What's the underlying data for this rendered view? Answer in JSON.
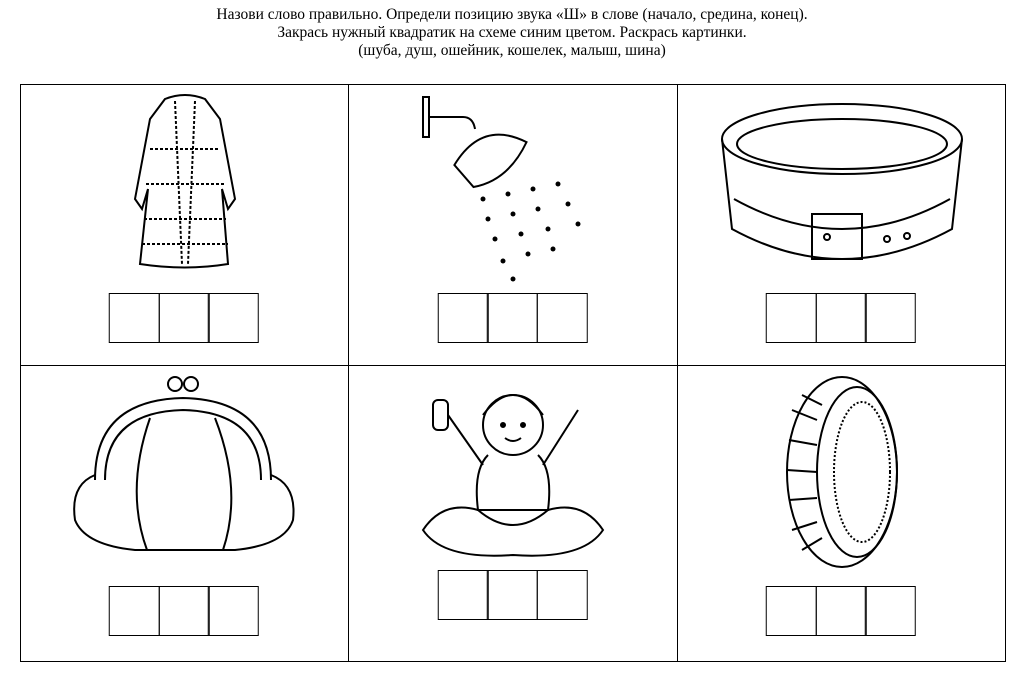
{
  "instructions": {
    "line1": "Назови слово правильно. Определи позицию звука «Ш» в слове (начало, средина, конец).",
    "line2": "Закрась нужный квадратик на схеме синим цветом. Раскрась картинки.",
    "line3": "(шуба, душ, ошейник, кошелек, малыш, шина)"
  },
  "cards": [
    {
      "picture": "fur-coat",
      "squares": 3
    },
    {
      "picture": "shower",
      "squares": 3
    },
    {
      "picture": "dog-collar",
      "squares": 3
    },
    {
      "picture": "purse",
      "squares": 3
    },
    {
      "picture": "baby",
      "squares": 3
    },
    {
      "picture": "tire",
      "squares": 3
    }
  ]
}
